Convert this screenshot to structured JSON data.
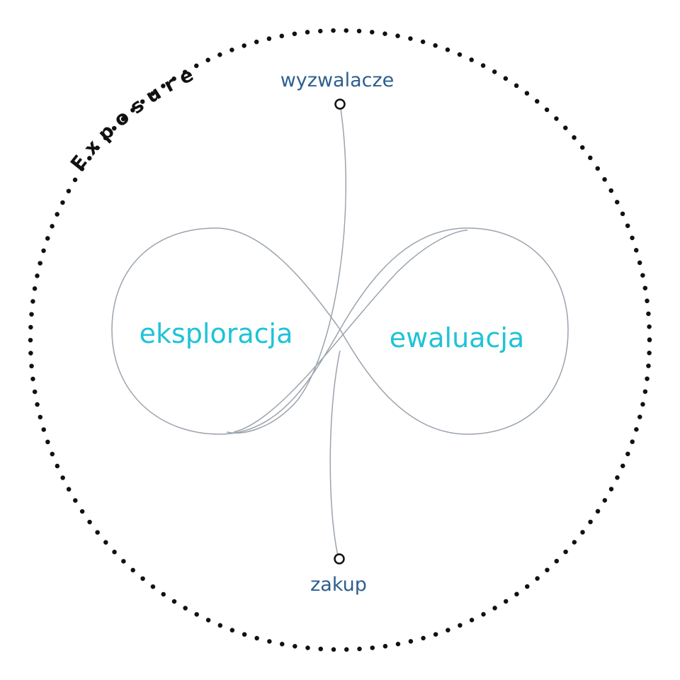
{
  "diagram": {
    "outer_label": "Exposure",
    "left_loop_label": "eksploracja",
    "right_loop_label": "ewaluacja",
    "start_label": "wyzwalacze",
    "end_label": "zakup"
  },
  "colors": {
    "background": "#ffffff",
    "outer_ring": "#111111",
    "loop_label": "#1ec3d6",
    "endpoint_label": "#2d5f8e",
    "curve": "#9aa3ad",
    "node_stroke": "#111111"
  }
}
